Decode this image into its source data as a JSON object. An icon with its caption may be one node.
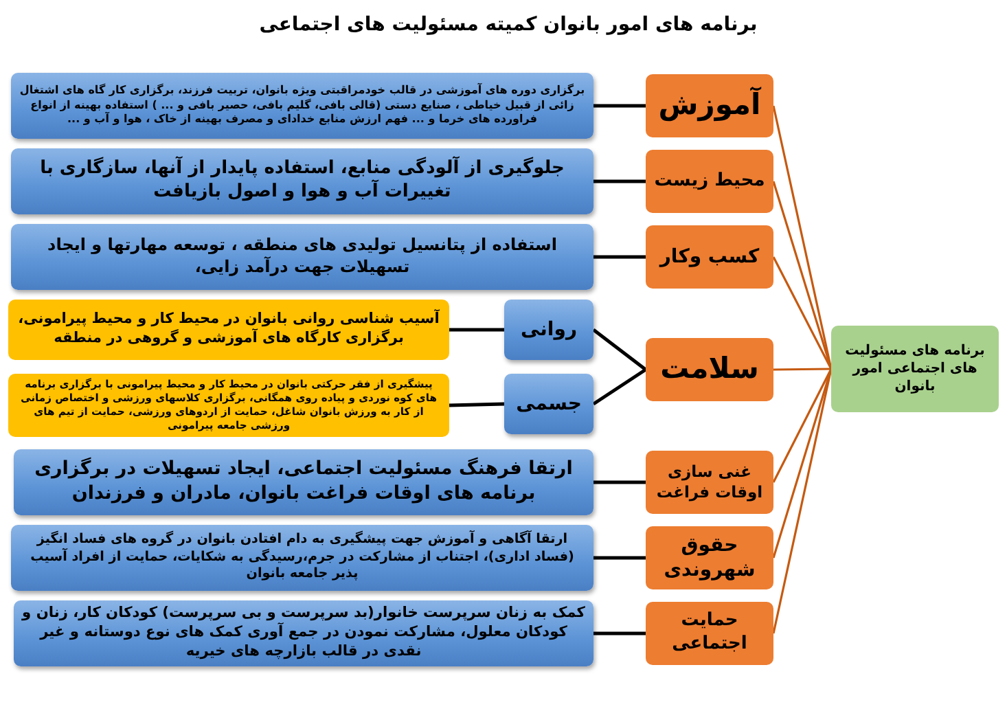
{
  "diagram": {
    "title": "برنامه های امور بانوان کمیته مسئولیت های اجتماعی",
    "nodes": [
      {
        "text": [
          "برنامه های مسئولیت های اجتماعی امور بانوان"
        ]
      },
      {
        "text": [
          "آموزش"
        ]
      },
      {
        "text": [
          "محیط زیست"
        ]
      },
      {
        "text": [
          "کسب وکار"
        ]
      },
      {
        "text": [
          "سلامت"
        ]
      },
      {
        "text": [
          "غنی سازی اوقات فراغت"
        ]
      },
      {
        "text": [
          "حقوق شهروندی"
        ]
      },
      {
        "text": [
          "حمایت اجتماعی"
        ]
      },
      {
        "text": [
          "روانی"
        ]
      },
      {
        "text": [
          "جسمی"
        ]
      },
      {
        "text": [
          "برگزاری دوره های آموزشی در قالب خودمراقبتی ویژه بانوان، تربیت فرزند، برگزاری کار گاه های اشتغال زائی از قبیل خیاطی ، صنایع دستی (قالی بافی، گلیم بافی، حصیر بافی و ... ) استفاده بهینه از انواع فراورده های خرما و ... فهم ارزش منابع خدادای و مصرف بهینه از خاک ، هوا و آب و ..."
        ]
      },
      {
        "text": [
          "جلوگیری از آلودگی منابع، استفاده پایدار از آنها، سازگاری با تغییرات آب و هوا و اصول بازیافت"
        ]
      },
      {
        "text": [
          "استفاده از پتانسیل تولیدی های منطقه ، توسعه مهارتها و ایجاد تسهیلات جهت درآمد زایی،"
        ]
      },
      {
        "text": [
          "آسیب شناسی روانی بانوان در محیط کار و محیط پیرامونی، برگزاری کارگاه های آموزشی و گروهی در منطقه"
        ]
      },
      {
        "text": [
          "پیشگیری از فقر حرکتی بانوان در محیط کار و محیط پیرامونی با برگزاری برنامه های کوه نوردی و پیاده روی همگانی، برگزاری کلاسهای ورزشی و اختصاص زمانی از کار به ورزش بانوان شاغل، حمایت از اردوهای ورزشی، حمایت از تیم های ورزشی جامعه پیرامونی"
        ]
      },
      {
        "text": [
          "ارتقا فرهنگ مسئولیت اجتماعی، ایجاد تسهیلات در برگزاری برنامه های اوقات فراغت بانوان، مادران و فرزندان"
        ]
      },
      {
        "text": [
          "ارتقا آگاهی و آموزش جهت پیشگیری به دام افتادن بانوان در گروه های فساد انگیز (فساد اداری)، اجتناب از مشارکت در جرم،رسیدگی به شکایات، حمایت از افراد آسیب پذیر جامعه بانوان"
        ]
      },
      {
        "text": [
          "کمک به زنان سرپرست خانوار(بد سرپرست و بی سرپرست) کودکان کار، زنان و کودکان معلول، مشارکت نمودن در جمع آوری کمک های نوع دوستانه و غیر نقدی در قالب بازارچه های خیریه"
        ]
      }
    ],
    "edges": [
      {
        "from": 0,
        "to": 1,
        "arrow": "none",
        "color": "#c55a11"
      },
      {
        "from": 0,
        "to": 2,
        "arrow": "none",
        "color": "#c55a11"
      },
      {
        "from": 0,
        "to": 3,
        "arrow": "none",
        "color": "#c55a11"
      },
      {
        "from": 0,
        "to": 4,
        "arrow": "none",
        "color": "#c55a11"
      },
      {
        "from": 0,
        "to": 5,
        "arrow": "none",
        "color": "#c55a11"
      },
      {
        "from": 0,
        "to": 6,
        "arrow": "none",
        "color": "#c55a11"
      },
      {
        "from": 0,
        "to": 7,
        "arrow": "none",
        "color": "#c55a11"
      },
      {
        "from": 1,
        "to": 10,
        "arrow": "none"
      },
      {
        "from": 2,
        "to": 11,
        "arrow": "none"
      },
      {
        "from": 3,
        "to": 12,
        "arrow": "none"
      },
      {
        "from": 4,
        "to": 8,
        "arrow": "none"
      },
      {
        "from": 4,
        "to": 9,
        "arrow": "none"
      },
      {
        "from": 8,
        "to": 13,
        "arrow": "none"
      },
      {
        "from": 9,
        "to": 14,
        "arrow": "none"
      },
      {
        "from": 5,
        "to": 15,
        "arrow": "none"
      },
      {
        "from": 6,
        "to": 16,
        "arrow": "none"
      },
      {
        "from": 7,
        "to": 17,
        "arrow": "none"
      }
    ]
  }
}
